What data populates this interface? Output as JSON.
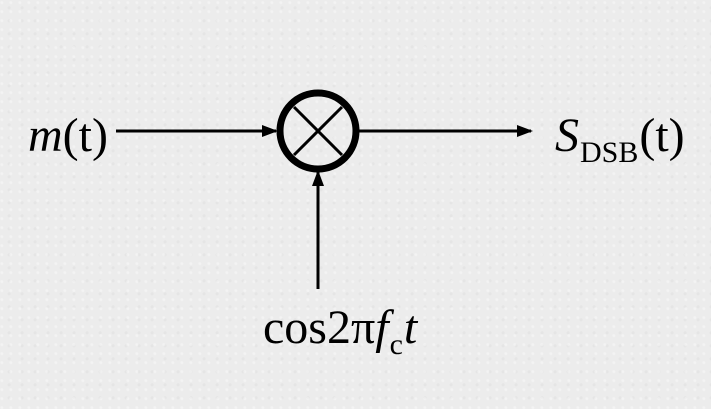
{
  "diagram": {
    "input_signal": {
      "main": "m",
      "arg": "(t)"
    },
    "output_signal": {
      "main": "S",
      "sub": "DSB",
      "arg": "(t)"
    },
    "carrier_signal": {
      "prefix": "cos2π",
      "var": "f",
      "sub": "c",
      "suffix": "t"
    },
    "nodes": [
      {
        "id": "mixer",
        "type": "multiplier",
        "icon": "multiplier-icon"
      }
    ],
    "connections": [
      {
        "from": "input_signal",
        "to": "mixer"
      },
      {
        "from": "carrier_signal",
        "to": "mixer"
      },
      {
        "from": "mixer",
        "to": "output_signal"
      }
    ]
  }
}
